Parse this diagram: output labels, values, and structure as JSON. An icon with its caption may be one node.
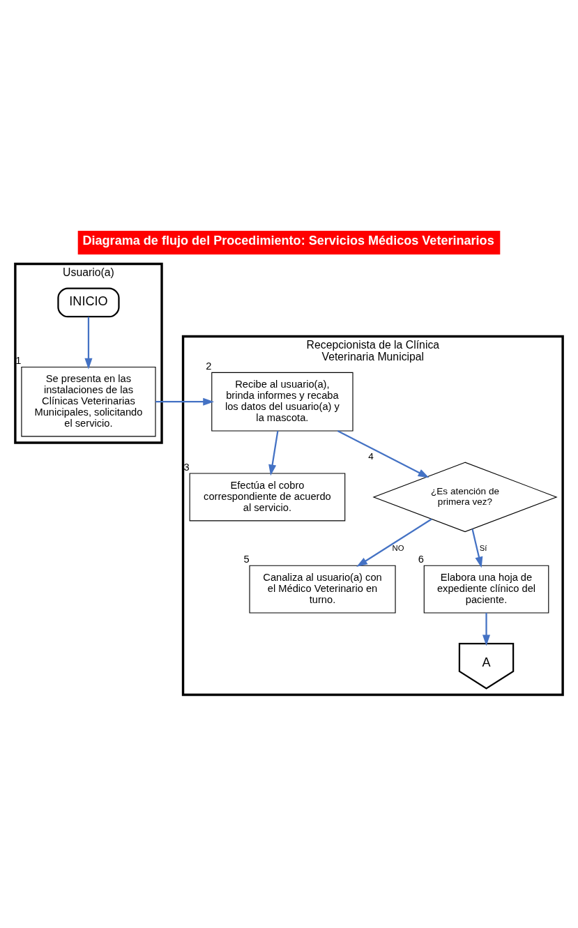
{
  "diagram": {
    "title": "Diagrama de flujo del Procedimiento: Servicios Médicos Veterinarios",
    "nodes": [
      {
        "text": [
          "Usuario(a)"
        ]
      },
      {
        "text": [
          "Recepcionista de la Clínica Veterinaria Municipal"
        ]
      },
      {
        "text": [
          "INICIO"
        ],
        "in": 0
      },
      {
        "text": [
          "Se presenta en las instalaciones de las Clínicas Veterinarias Municipales, solicitando el servicio."
        ],
        "in": 0,
        "beside": [
          "1"
        ]
      },
      {
        "text": [
          "Recibe al usuario(a), brinda informes y recaba los datos del usuario(a) y la mascota."
        ],
        "in": 1,
        "beside": [
          "2"
        ]
      },
      {
        "text": [
          "Efectúa el cobro correspondiente de acuerdo al servicio."
        ],
        "in": 1,
        "beside": [
          "3"
        ]
      },
      {
        "text": [
          "¿Es atención de primera vez?"
        ],
        "in": 1,
        "beside": [
          "4"
        ]
      },
      {
        "text": [
          "Canaliza al usuario(a) con el Médico Veterinario en turno."
        ],
        "in": 1,
        "beside": [
          "5"
        ]
      },
      {
        "text": [
          "Elabora una hoja de expediente clínico del paciente."
        ],
        "in": 1,
        "beside": [
          "6"
        ]
      },
      {
        "text": [
          "A"
        ],
        "in": 1
      }
    ],
    "edges": [
      {
        "from": 2,
        "to": 3,
        "arrow": "to"
      },
      {
        "from": 3,
        "to": 4,
        "arrow": "to"
      },
      {
        "from": 4,
        "to": 5,
        "arrow": "to"
      },
      {
        "from": 4,
        "to": 6,
        "arrow": "to"
      },
      {
        "from": 6,
        "to": 7,
        "arrow": "to",
        "label": "NO"
      },
      {
        "from": 6,
        "to": 8,
        "arrow": "to",
        "label": "Sí"
      },
      {
        "from": 8,
        "to": 9,
        "arrow": "to"
      }
    ]
  }
}
